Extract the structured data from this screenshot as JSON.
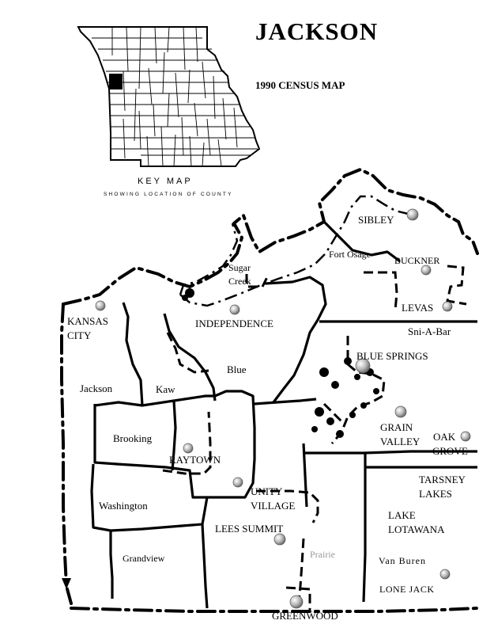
{
  "header": {
    "title": "JACKSON",
    "subtitle": "1990 CENSUS MAP"
  },
  "key_map": {
    "title": "KEY MAP",
    "caption": "SHOWING LOCATION OF COUNTY"
  },
  "townships": {
    "jackson": "Jackson",
    "kaw": "Kaw",
    "blue": "Blue",
    "brooking": "Brooking",
    "washington": "Washington",
    "grandview": "Grandview",
    "prairie": "Prairie",
    "van_buren": "Van Buren",
    "sni_a_bar": "Sni-A-Bar",
    "fort_osage": "Fort Osage"
  },
  "places": {
    "kansas_city_1": "KANSAS",
    "kansas_city_2": "CITY",
    "sugar_creek_1": "Sugar",
    "sugar_creek_2": "Creek",
    "independence": "INDEPENDENCE",
    "sibley": "SIBLEY",
    "buckner": "BUCKNER",
    "levasy": "LEVAS",
    "blue_springs": "BLUE SPRINGS",
    "grain_valley_1": "GRAIN",
    "grain_valley_2": "VALLEY",
    "oak_grove_1": "OAK",
    "oak_grove_2": "GROVE",
    "raytown": "RAYTOWN",
    "unity_village_1": "UNITY",
    "unity_village_2": "VILLAGE",
    "lees_summit": "LEES SUMMIT",
    "tarsney_lakes_1": "TARSNEY",
    "tarsney_lakes_2": "LAKES",
    "lake_lotawana_1": "LAKE",
    "lake_lotawana_2": "LOTAWANA",
    "lone_jack": "LONE JACK",
    "greenwood": "GREENWOOD"
  },
  "colors": {
    "ink": "#000000",
    "marker": "#a8a8a8",
    "prairie_label": "#9a9a9a"
  }
}
